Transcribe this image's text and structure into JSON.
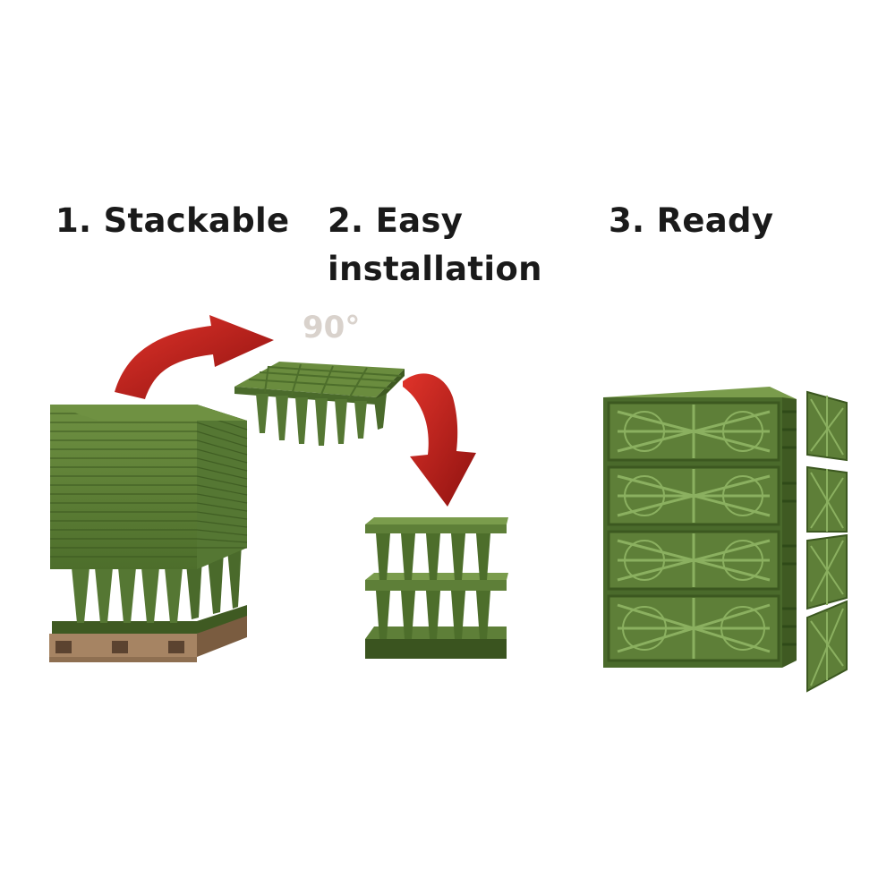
{
  "steps": [
    {
      "label": "1. Stackable"
    },
    {
      "label": "2. Easy\ninstallation"
    },
    {
      "label": "3. Ready"
    }
  ],
  "rotation_label": "90°",
  "colors": {
    "background": "#ffffff",
    "crate_green": "#5e7f38",
    "crate_dark": "#3f5a22",
    "crate_light": "#7a9c4c",
    "arrow_red": "#b81d18",
    "pallet_wood": "#a68463",
    "text": "#1a1a1a",
    "rotation_text": "#d9d2cc"
  }
}
